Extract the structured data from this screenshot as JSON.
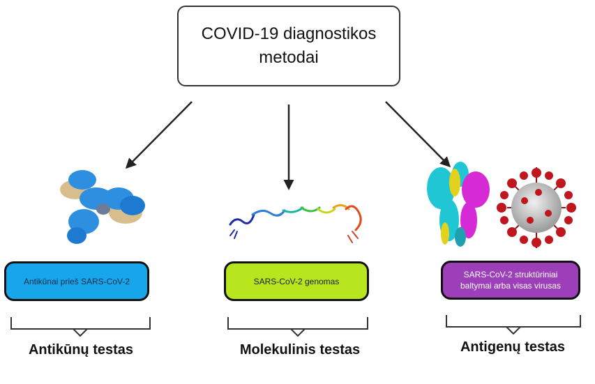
{
  "root": {
    "title": "COVID-19 diagnostikos metodai"
  },
  "branches": [
    {
      "box_text": "Antikūnai prieš SARS-CoV-2",
      "test_label": "Antikūnų testas",
      "box_color": "#18a6ea"
    },
    {
      "box_text": "SARS-CoV-2 genomas",
      "test_label": "Molekulinis testas",
      "box_color": "#b7e61e"
    },
    {
      "box_text": "SARS-CoV-2 struktūriniai baltymai arba visas virusas",
      "test_label": "Antigenų testas",
      "box_color": "#9c3fb8"
    }
  ],
  "icons": [
    "antibody-icon",
    "rna-genome-icon",
    "spike-protein-icon",
    "virus-particle-icon"
  ]
}
